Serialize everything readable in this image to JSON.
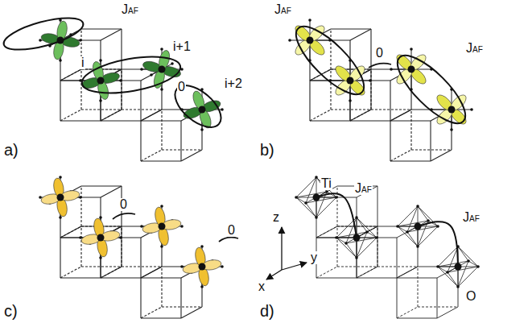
{
  "diagram": {
    "labels": [
      "JAF",
      "i",
      "i+1",
      "0",
      "i+2",
      "a)",
      "JAF",
      "0",
      "JAF",
      "b)",
      "0",
      "0",
      "c)",
      "Ti",
      "JAF",
      "JAF",
      "z",
      "x",
      "y",
      "O",
      "d)"
    ]
  }
}
